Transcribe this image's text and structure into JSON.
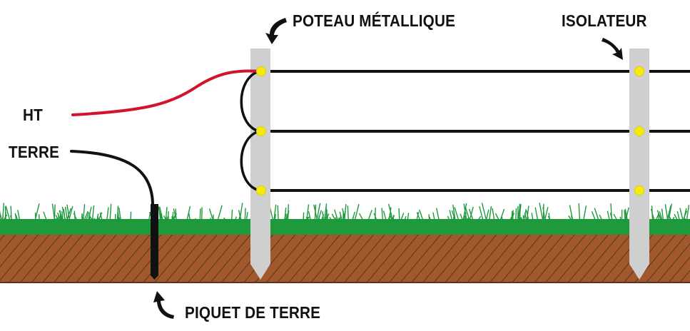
{
  "labels": {
    "poteau": "POTEAU MÉTALLIQUE",
    "isolateur": "ISOLATEUR",
    "ht": "HT",
    "terre": "TERRE",
    "piquet": "PIQUET DE TERRE"
  },
  "colors": {
    "ht_wire": "#d0142c",
    "fence_wire": "#111111",
    "earth_wire": "#111111",
    "post": "#cfcfcf",
    "insulator": "#f4ea12",
    "grass": "#1e9a3c",
    "soil": "#a0582c",
    "soil_hatch": "#3a2414",
    "arrow": "#111111"
  },
  "icons": {
    "callout_arrow": "curved-arrow-icon"
  }
}
